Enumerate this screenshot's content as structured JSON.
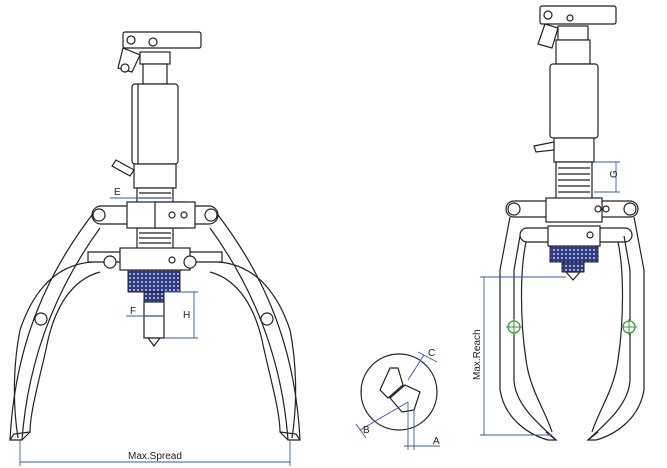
{
  "labels": {
    "E": "E",
    "F": "F",
    "H": "H",
    "max_spread": "Max.Spread",
    "A": "A",
    "B": "B",
    "C": "C",
    "G": "G",
    "max_reach": "Max.Reach"
  },
  "colors": {
    "dimension_line": "#3a5ba8",
    "knurl": "#2e3a82",
    "pivot_marker": "#3a9a3a",
    "outline": "#222222"
  }
}
